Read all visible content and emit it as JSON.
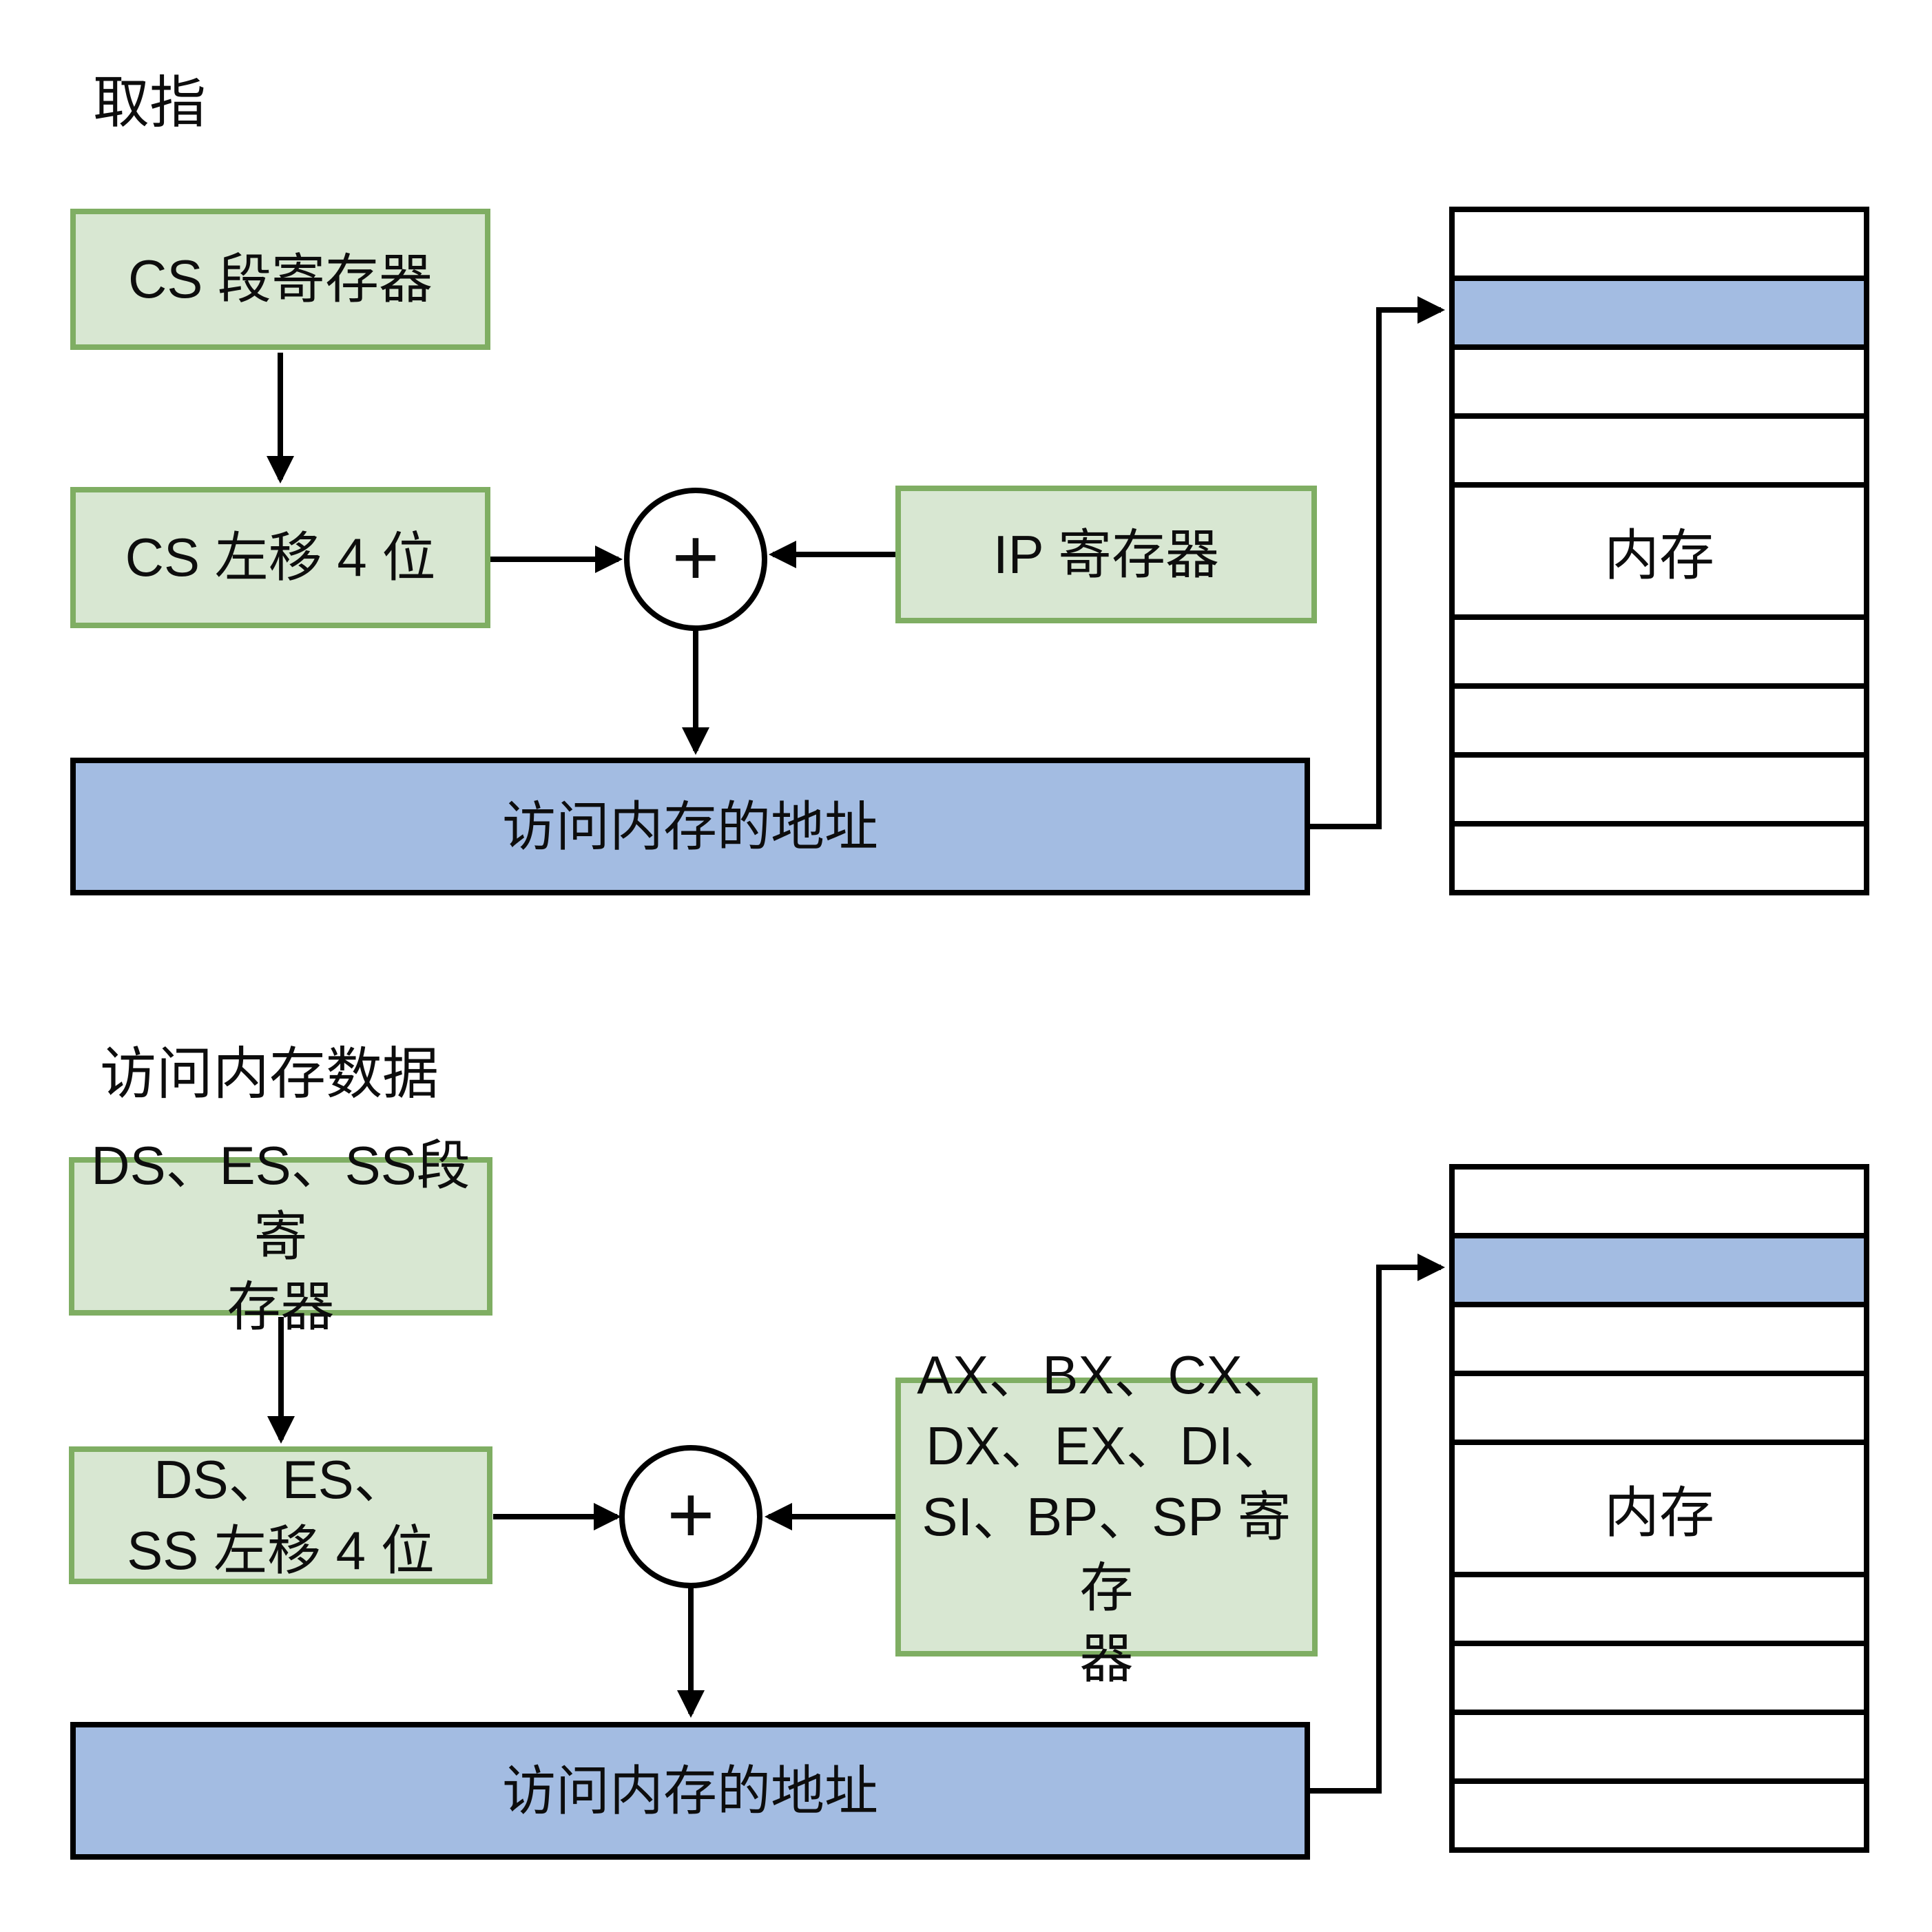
{
  "colors": {
    "green_fill": "#d8e7d2",
    "green_border": "#7fae63",
    "blue_fill": "#a3bce2",
    "line_color": "#000000"
  },
  "fetch": {
    "title": "取指",
    "cs_segment_box": "CS 段寄存器",
    "cs_shift_box": "CS 左移 4 位",
    "adder_plus": "+",
    "ip_register_box": "IP 寄存器",
    "address_box": "访问内存的地址",
    "memory_label": "内存"
  },
  "data_access": {
    "title": "访问内存数据",
    "segment_box_lines": [
      "DS、ES、SS段寄",
      "存器"
    ],
    "shift_box_lines": [
      "DS、ES、",
      "SS 左移 4 位"
    ],
    "adder_plus": "+",
    "register_box_lines": [
      "AX、BX、CX、",
      "DX、EX、DI、",
      "SI、BP、SP 寄存",
      "器"
    ],
    "address_box": "访问内存的地址",
    "memory_label": "内存"
  }
}
